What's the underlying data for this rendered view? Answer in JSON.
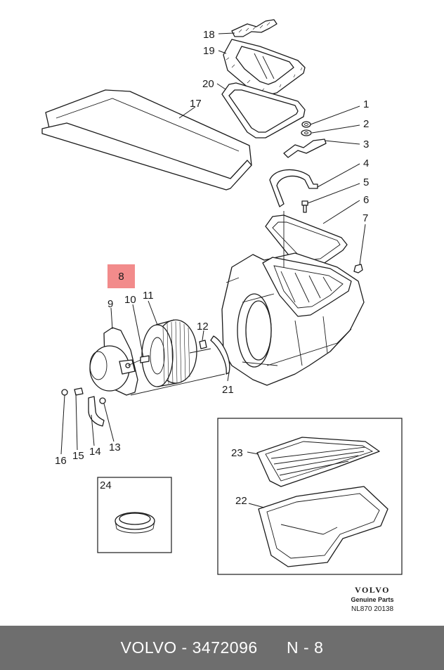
{
  "highlight": {
    "label": "8",
    "color": "#f28b8b"
  },
  "callouts": [
    "1",
    "2",
    "3",
    "4",
    "5",
    "6",
    "7",
    "9",
    "10",
    "11",
    "12",
    "13",
    "14",
    "15",
    "16",
    "17",
    "18",
    "19",
    "20",
    "21",
    "22",
    "23",
    "24"
  ],
  "brand": {
    "logo": "VOLVO",
    "subtitle": "Genuine Parts",
    "code": "NL870 20138"
  },
  "footer": {
    "brand": "VOLVO",
    "separator": " - ",
    "part_number": "3472096",
    "position": "N - 8",
    "background": "#6e6e6e"
  }
}
